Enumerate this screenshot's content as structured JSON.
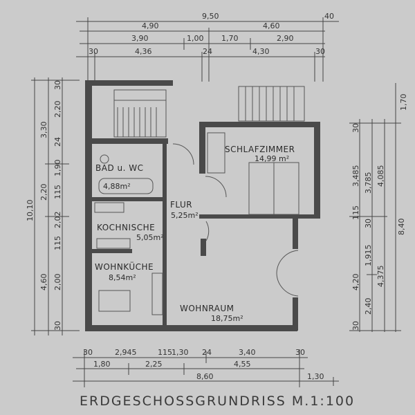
{
  "title": "ERDGESCHOSSGRUNDRISS M.1:100",
  "rooms": {
    "bad": {
      "name": "BAD u. WC",
      "area": "4,88m²"
    },
    "flur": {
      "name": "FLUR",
      "area": "5,25m²"
    },
    "kochnische": {
      "name": "KOCHNISCHE",
      "area": "5,05m²"
    },
    "wohnkueche": {
      "name": "WOHNKÜCHE",
      "area": "8,54m²"
    },
    "schlafzimmer": {
      "name": "SCHLAFZIMMER",
      "area": "14,99 m²"
    },
    "wohnraum": {
      "name": "WOHNRAUM",
      "area": "18,75m²"
    }
  },
  "dims_top": {
    "row1": [
      "9,50",
      "40"
    ],
    "row2": [
      "4,90",
      "4,60"
    ],
    "row3": [
      "3,90",
      "1,00",
      "1,70",
      "2,90"
    ],
    "row4": [
      "30",
      "4,36",
      "24",
      "4,30",
      "30"
    ]
  },
  "dims_bottom": {
    "row1": [
      "30",
      "2,945",
      "115",
      "1,30",
      "24",
      "3,40",
      "30"
    ],
    "row2": [
      "1,80",
      "2,25",
      "4,55"
    ],
    "row3": [
      "8,60",
      "1,30"
    ]
  },
  "dims_left": {
    "outer": [
      "10,10"
    ],
    "middle": [
      "3,30",
      "2,20",
      "4,60"
    ],
    "inner": [
      "30",
      "2,20",
      "24",
      "1,90",
      "115",
      "2,02",
      "115",
      "2,00",
      "30"
    ]
  },
  "dims_right": {
    "top": [
      "1,70"
    ],
    "col1": [
      "30",
      "3,485",
      "115",
      "4,20",
      "30"
    ],
    "col2": [
      "3,785",
      "30",
      "1,915",
      "2,40"
    ],
    "col3": [
      "4,085",
      "4,375"
    ],
    "col4": [
      "8,40"
    ]
  }
}
